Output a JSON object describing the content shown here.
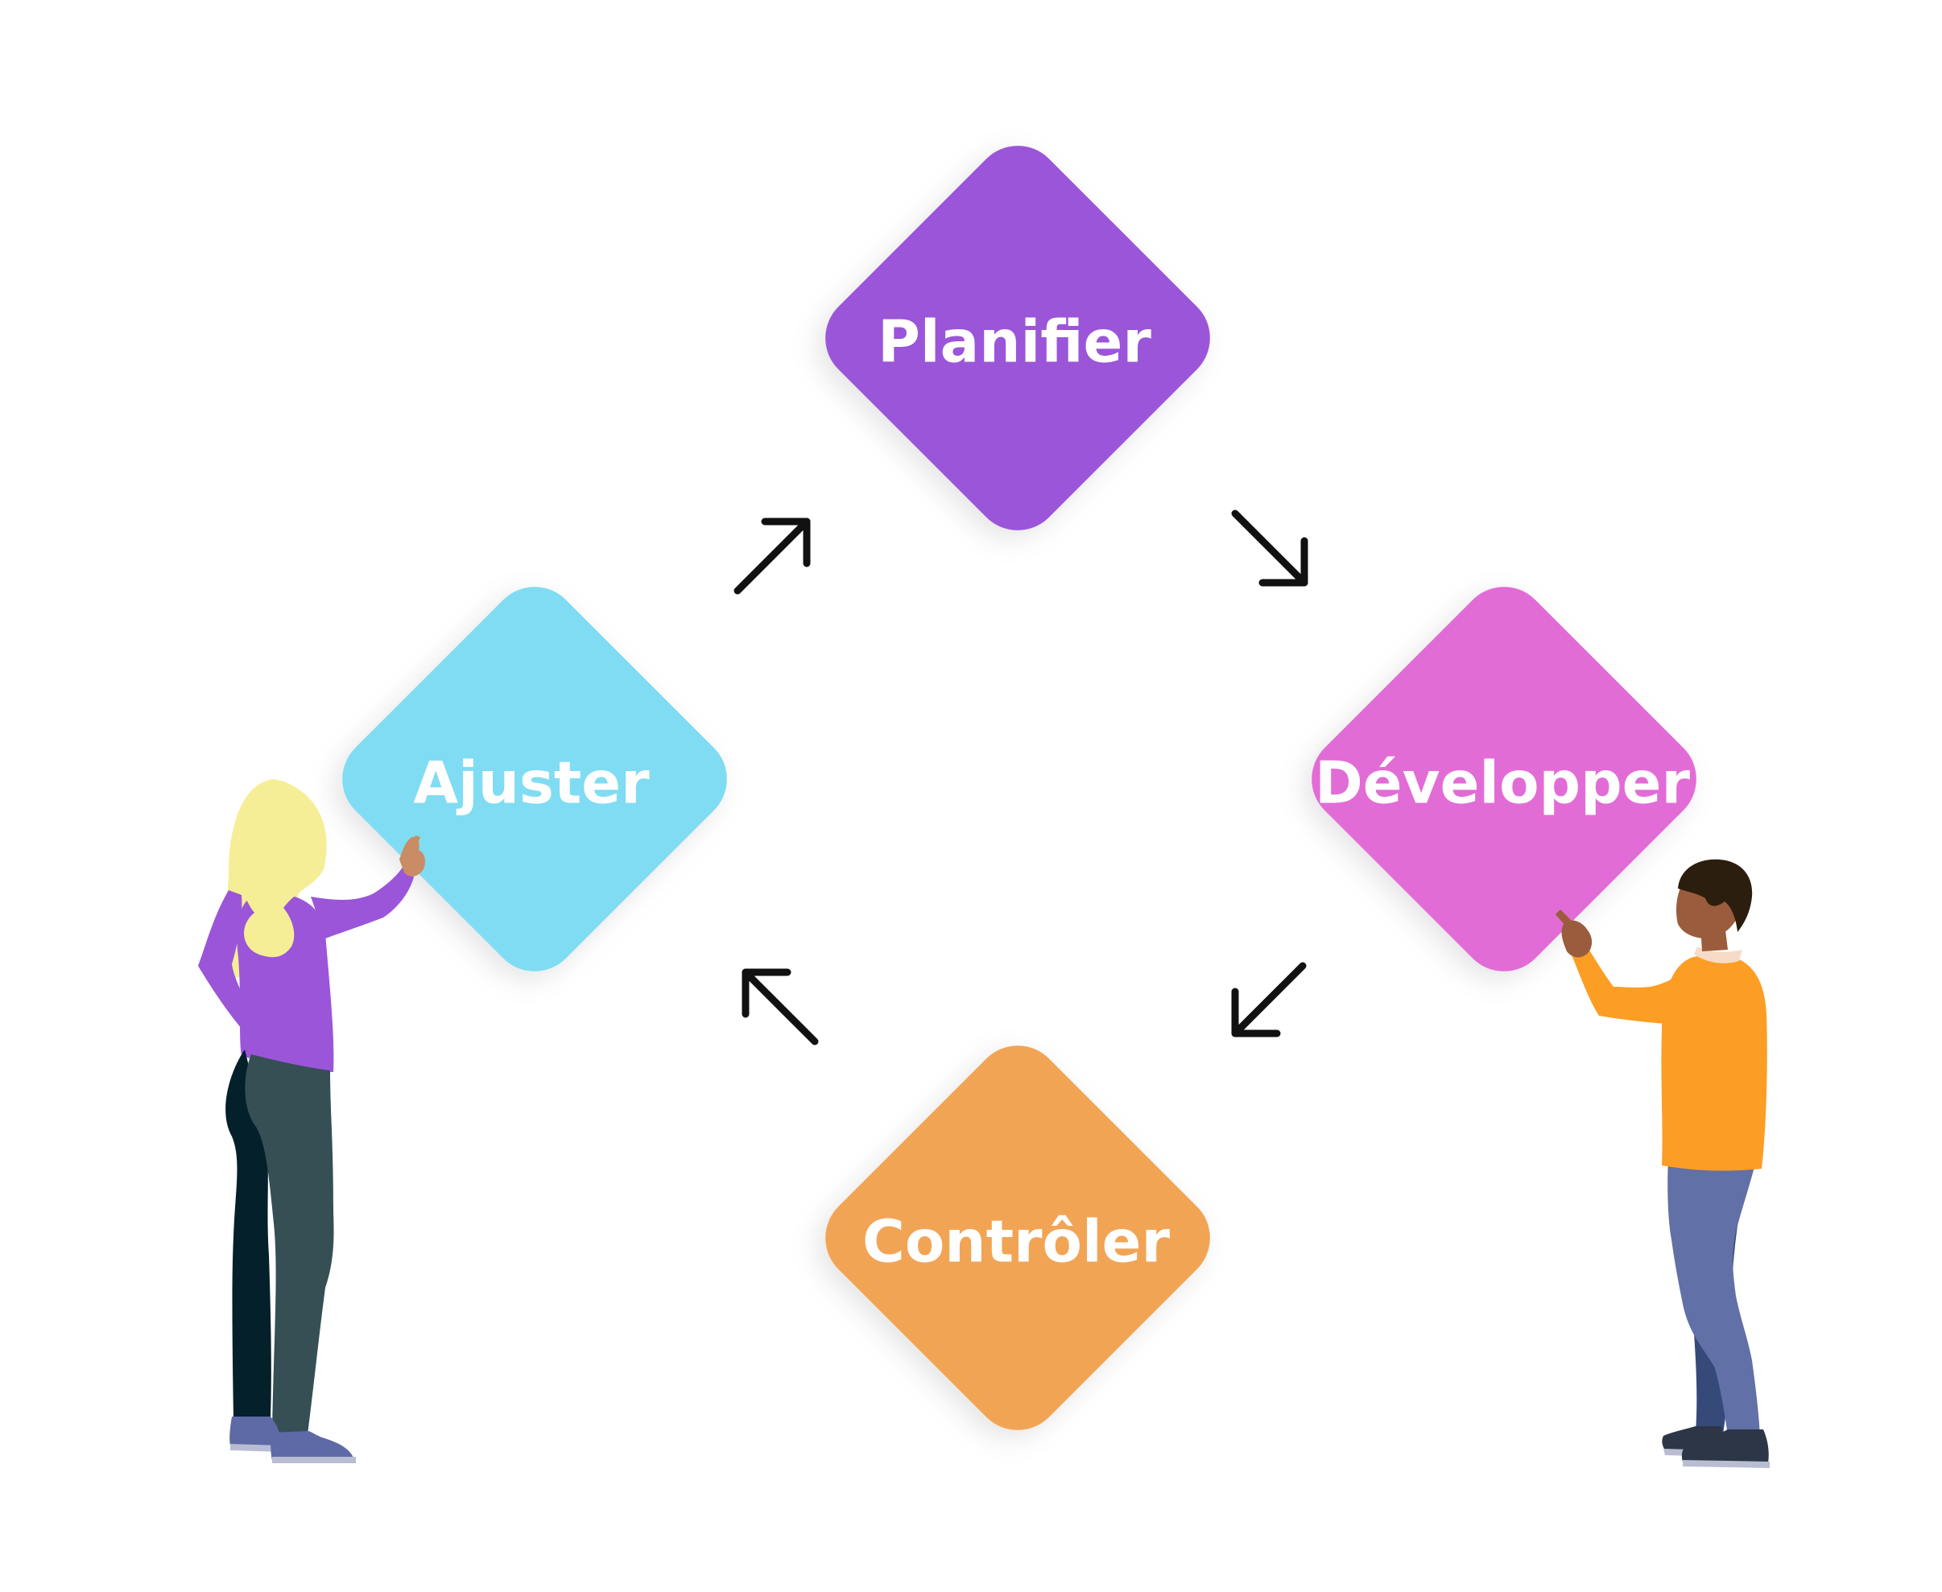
{
  "steps": [
    {
      "id": "plan",
      "label": "Planifier",
      "color": "#9b55d9"
    },
    {
      "id": "develop",
      "label": "Développer",
      "color": "#e26cd6"
    },
    {
      "id": "check",
      "label": "Contrôler",
      "color": "#f2a454"
    },
    {
      "id": "adjust",
      "label": "Ajuster",
      "color": "#80dcf2"
    }
  ],
  "arrow_color": "#111111",
  "icons": {
    "woman": "person-pointing-illustration",
    "man": "person-pointing-illustration"
  }
}
